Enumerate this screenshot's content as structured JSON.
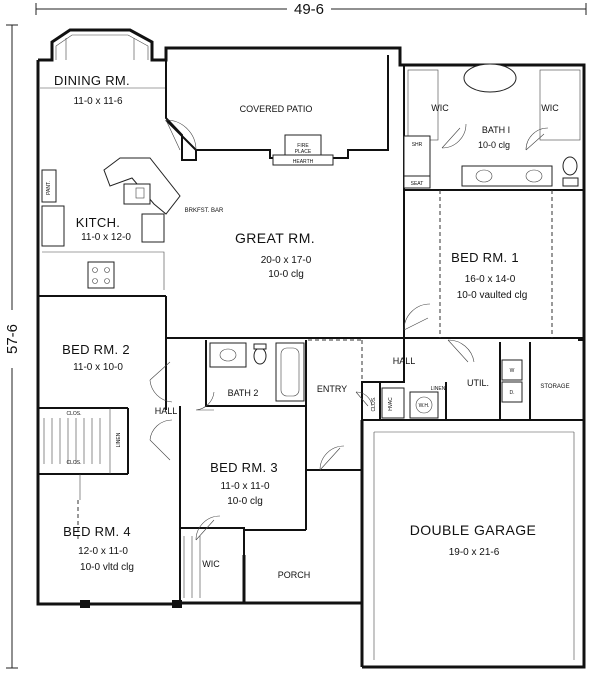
{
  "dimensions": {
    "width": "49-6",
    "depth": "57-6"
  },
  "rooms": {
    "dining": {
      "name": "DINING RM.",
      "size": "11-0 x 11-6"
    },
    "patio": {
      "name": "COVERED PATIO"
    },
    "fireplace": {
      "line1": "FIRE",
      "line2": "PLACE",
      "hearth": "HEARTH"
    },
    "bath1": {
      "name": "BATH I",
      "clg": "10-0 clg",
      "wic_left": "WIC",
      "wic_right": "WIC",
      "shr": "SHR",
      "seat": "SEAT"
    },
    "kitchen": {
      "name": "KITCH.",
      "size": "11-0 x 12-0",
      "pant": "PANT.",
      "brkfst": "BRKFST. BAR"
    },
    "great": {
      "name": "GREAT RM.",
      "size": "20-0 x 17-0",
      "clg": "10-0 clg"
    },
    "bed1": {
      "name": "BED RM. 1",
      "size": "16-0 x 14-0",
      "clg": "10-0 vaulted clg"
    },
    "bed2": {
      "name": "BED RM. 2",
      "size": "11-0 x 10-0"
    },
    "hall_left": {
      "name": "HALL"
    },
    "hall_right": {
      "name": "HALL"
    },
    "bath2": {
      "name": "BATH 2"
    },
    "entry": {
      "name": "ENTRY"
    },
    "util": {
      "name": "UTIL.",
      "linen": "LINEN",
      "hvac": "HVAC",
      "wh": "W.H."
    },
    "storage": {
      "name": "STORAGE",
      "w": "W",
      "d": "D."
    },
    "clos_left_top": {
      "name": "CLOS."
    },
    "clos_left_bottom": {
      "name": "CLOS."
    },
    "linen_left": {
      "name": "LINEN"
    },
    "clos_hall": {
      "name": "CLOS."
    },
    "bed3": {
      "name": "BED RM. 3",
      "size": "11-0 x 11-0",
      "clg": "10-0 clg"
    },
    "bed4": {
      "name": "BED RM. 4",
      "size": "12-0 x 11-0",
      "clg": "10-0 vltd clg"
    },
    "wic_bed3": {
      "name": "WIC"
    },
    "porch": {
      "name": "PORCH"
    },
    "garage": {
      "name": "DOUBLE GARAGE",
      "size": "19-0 x 21-6"
    }
  }
}
